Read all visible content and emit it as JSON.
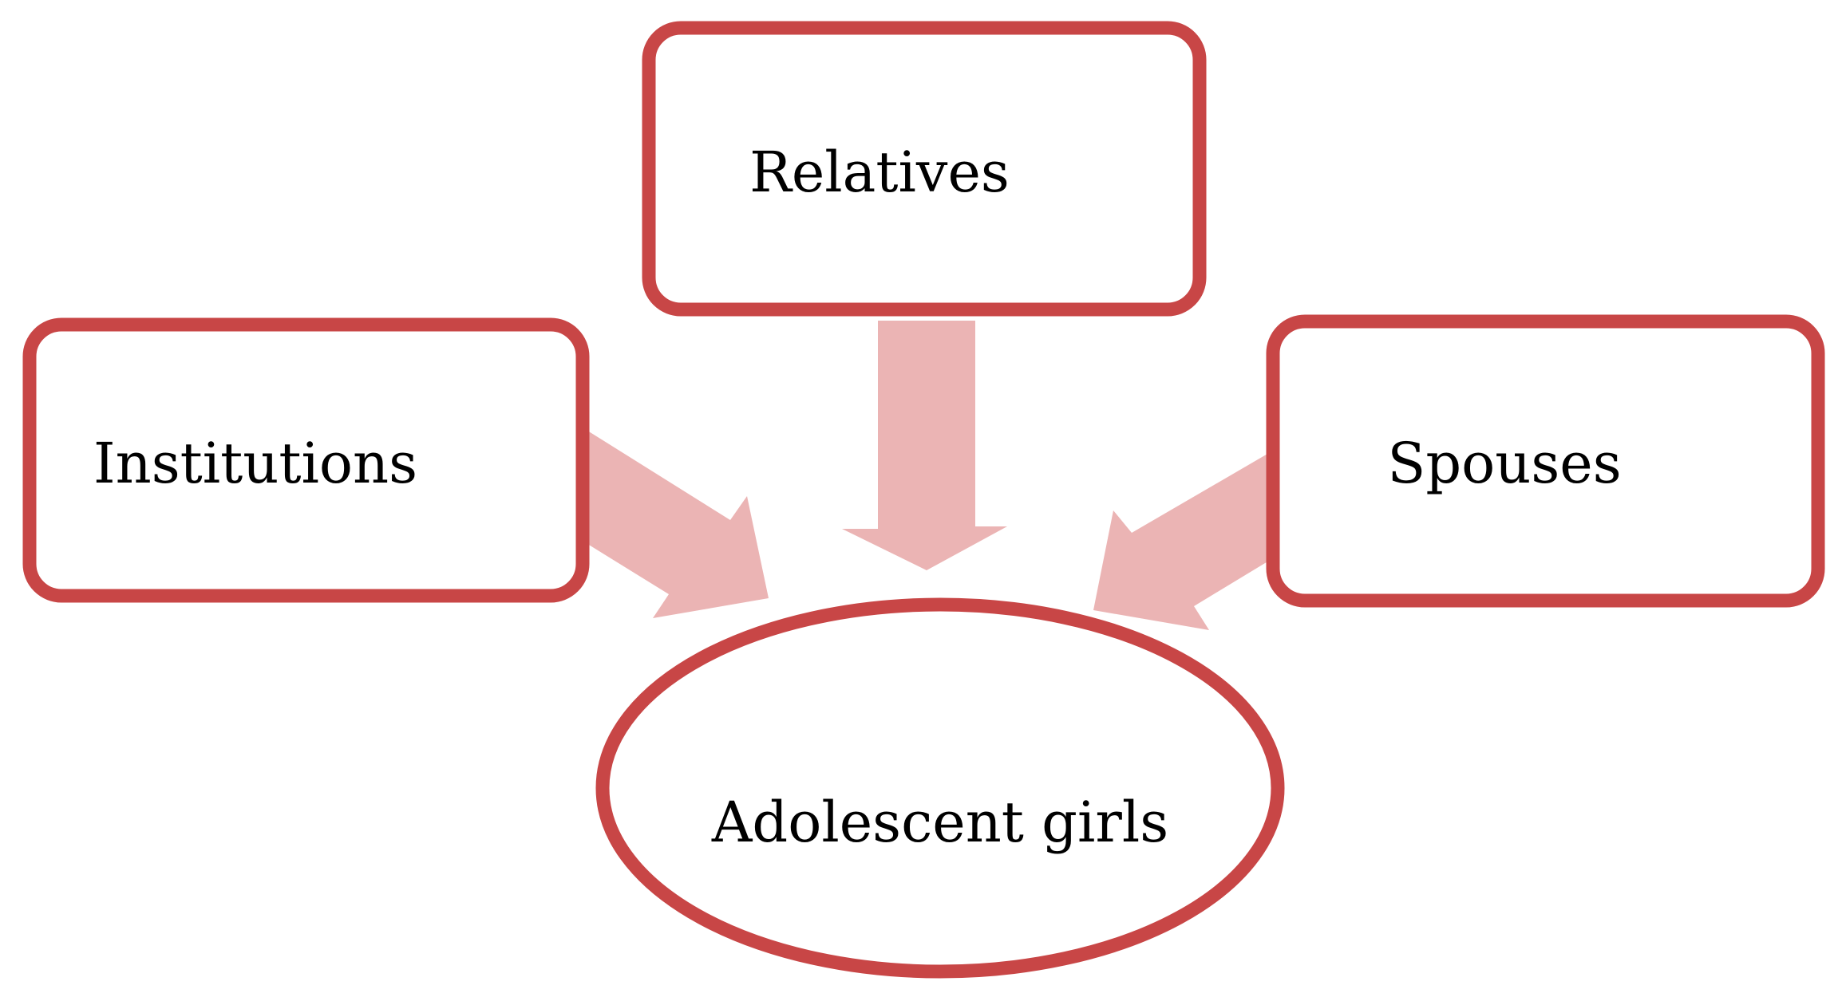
{
  "colors": {
    "node_border": "#c84646",
    "arrow_fill": "#ebb4b4",
    "background": "#ffffff",
    "text": "#000000"
  },
  "nodes": {
    "relatives": {
      "label": "Relatives"
    },
    "institutions": {
      "label": "Institutions"
    },
    "spouses": {
      "label": "Spouses"
    },
    "adolescent_girls": {
      "label": "Adolescent girls"
    }
  },
  "edges": [
    {
      "from": "relatives",
      "to": "adolescent_girls"
    },
    {
      "from": "institutions",
      "to": "adolescent_girls"
    },
    {
      "from": "spouses",
      "to": "adolescent_girls"
    }
  ]
}
